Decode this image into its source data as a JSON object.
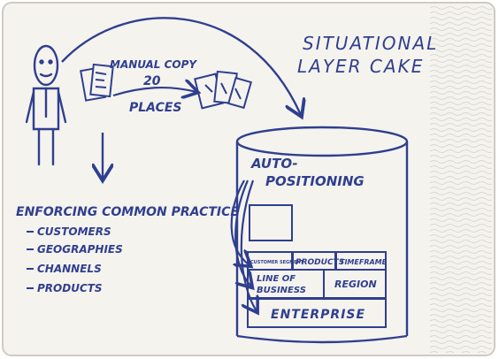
{
  "napkin": {
    "title_line1": "SITUATIONAL",
    "title_line2": "LAYER CAKE",
    "manual_copy_line1": "MANUAL COPY",
    "manual_copy_line2": "20",
    "manual_copy_line3": "PLACES",
    "enforcing_title": "ENFORCING COMMON PRACTICE",
    "practice_items": [
      "CUSTOMERS",
      "GEOGRAPHIES",
      "CHANNELS",
      "PRODUCTS"
    ],
    "auto_positioning_line1": "AUTO-",
    "auto_positioning_line2": "POSITIONING",
    "cake": {
      "top_row": [
        "CUSTOMER SEGMENT",
        "PRODUCTS",
        "TIMEFRAME"
      ],
      "line_of_business_line1": "LINE OF",
      "line_of_business_line2": "BUSINESS",
      "region": "REGION",
      "enterprise": "ENTERPRISE"
    }
  },
  "colors": {
    "ink": "#2f3f8f",
    "napkin": "#f5f3ee",
    "napkin_fold": "#e4e2de"
  }
}
